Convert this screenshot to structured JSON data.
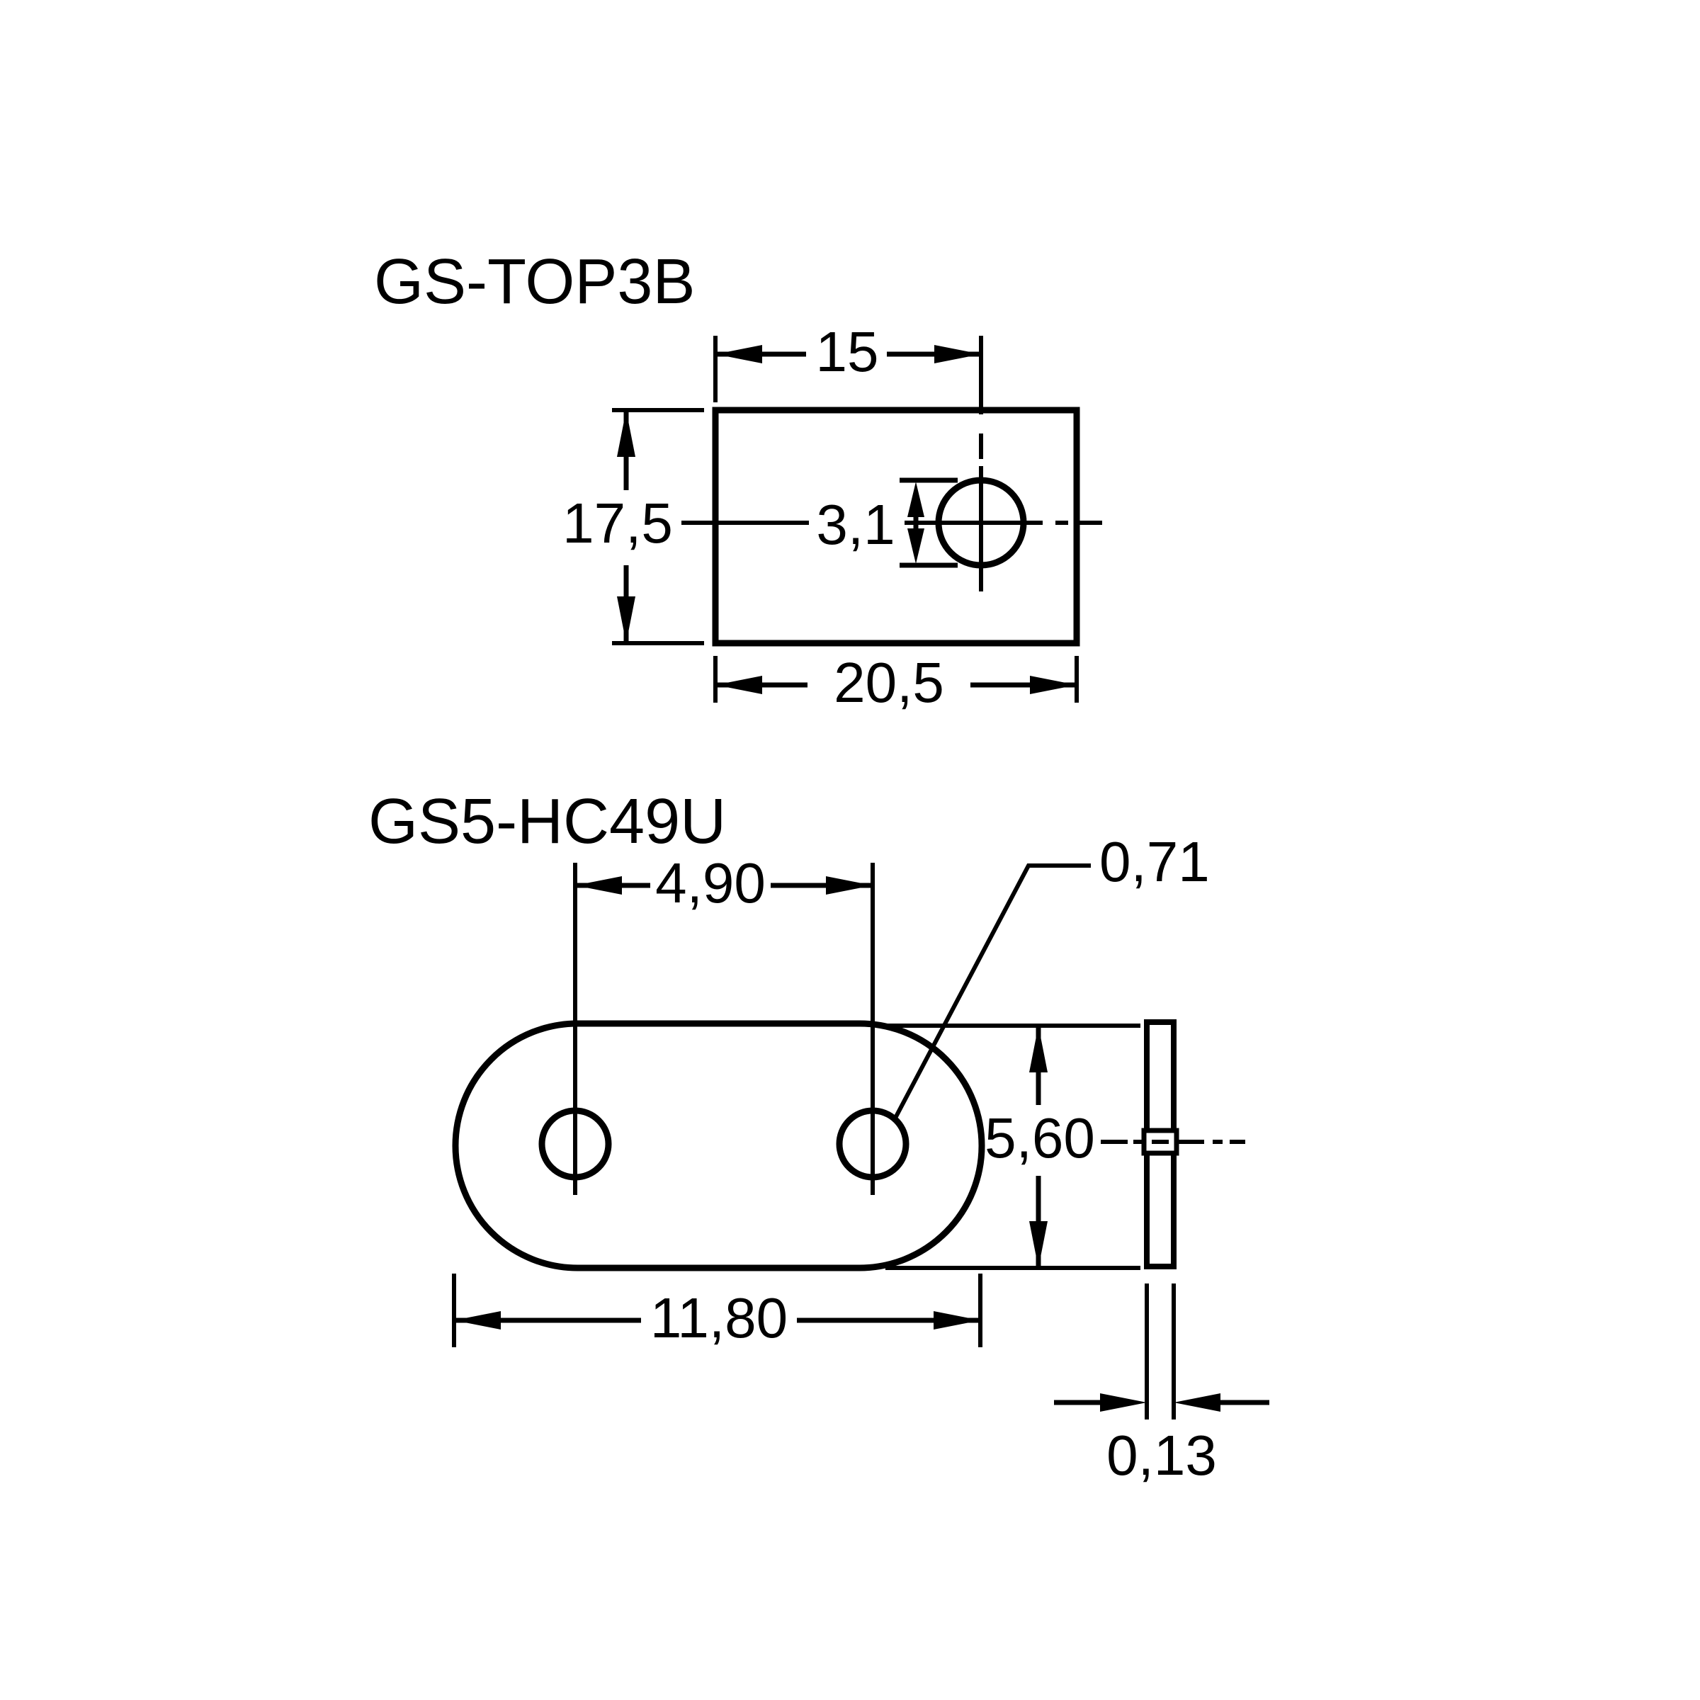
{
  "colors": {
    "background": "#ffffff",
    "line": "#000000"
  },
  "top_view": {
    "label": "GS-TOP3B",
    "width_to_hole": "15",
    "height": "17,5",
    "hole_diameter": "3,1",
    "total_width": "20,5"
  },
  "bottom_view": {
    "label": "GS5-HC49U",
    "hole_spacing": "4,90",
    "hole_diameter": "0,71",
    "body_height": "5,60",
    "body_length": "11,80",
    "blank_thickness": "0,13"
  }
}
